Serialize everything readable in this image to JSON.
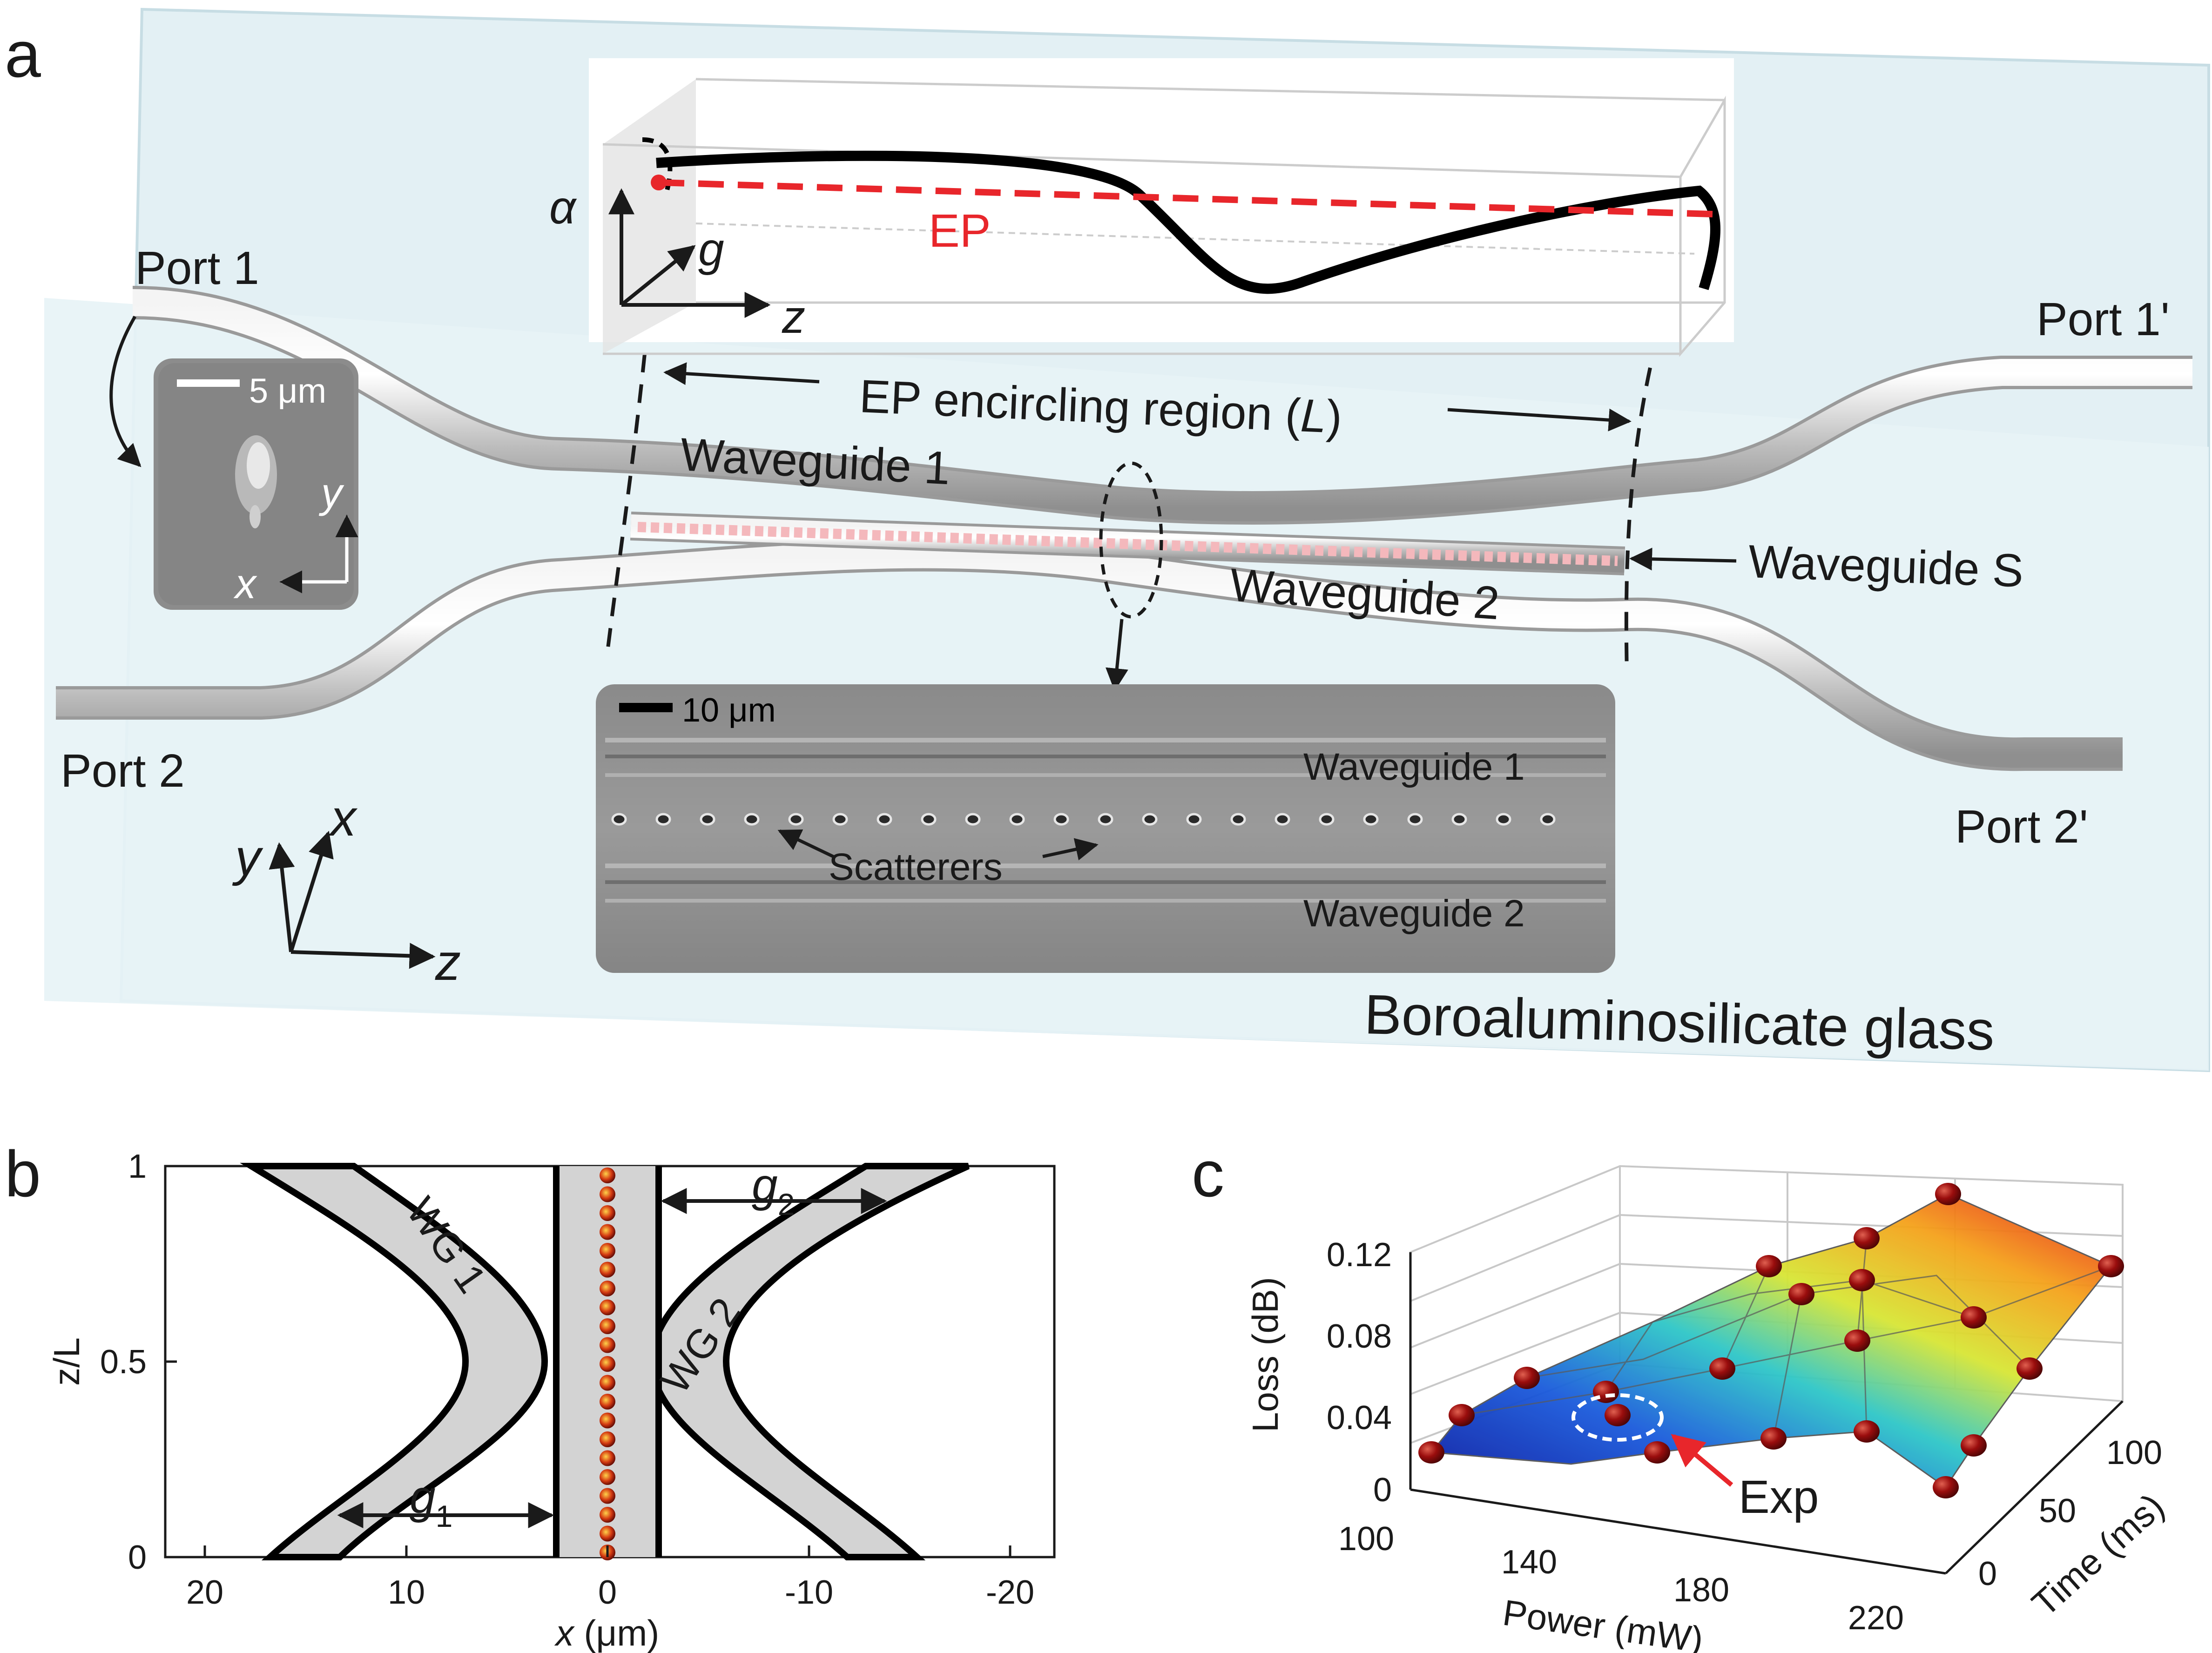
{
  "panel_a": {
    "label": "a",
    "ports": {
      "p1": "Port 1",
      "p2": "Port 2",
      "p1p": "Port 1'",
      "p2p": "Port 2'"
    },
    "waveguides": {
      "wg1": "Waveguide 1",
      "wg2": "Waveguide 2",
      "wgs": "Waveguide S"
    },
    "region_label_prefix": "EP encircling region (",
    "region_label_var": "L",
    "region_label_suffix": ")",
    "inset_param": {
      "alpha": "α",
      "g": "g",
      "z": "z",
      "ep": "EP"
    },
    "mode_inset": {
      "scalebar": "5 μm",
      "x": "x",
      "y": "y"
    },
    "micrograph": {
      "scalebar": "10 μm",
      "wg1": "Waveguide 1",
      "wg2": "Waveguide 2",
      "scatterers": "Scatterers"
    },
    "axes": {
      "x": "x",
      "y": "y",
      "z": "z"
    },
    "material": "Boroaluminosilicate glass"
  },
  "panel_b": {
    "label": "b",
    "ylabel": "z/L",
    "xlabel_var": "x",
    "xlabel_unit": " (μm)",
    "yticks": [
      "0",
      "0.5",
      "1"
    ],
    "xticks": [
      "20",
      "10",
      "0",
      "-10",
      "-20"
    ],
    "wg1": "WG 1",
    "wg2": "WG 2",
    "g1_var": "g",
    "g1_sub": "1",
    "g2_var": "g",
    "g2_sub": "2"
  },
  "panel_c": {
    "label": "c",
    "zlabel": "Loss (dB)",
    "xlabel": "Power (mW)",
    "ylabel": "Time (ms)",
    "zticks": [
      "0",
      "0.04",
      "0.08",
      "0.12"
    ],
    "xticks": [
      "100",
      "140",
      "180",
      "220"
    ],
    "yticks": [
      "0",
      "50",
      "100"
    ],
    "annotation": "Exp"
  },
  "chart_data": {
    "type": "surface3d",
    "xlabel": "Power (mW)",
    "ylabel": "Time (ms)",
    "zlabel": "Loss (dB)",
    "xlim": [
      100,
      220
    ],
    "ylim": [
      0,
      100
    ],
    "zlim": [
      0,
      0.12
    ]
  },
  "colors": {
    "glass": "#e3f0f4",
    "ep_red": "#e8262b",
    "scatterer_red": "#c0201a",
    "waveguide_fill": "#d3d3d3",
    "arrow_red": "#e8262b"
  }
}
